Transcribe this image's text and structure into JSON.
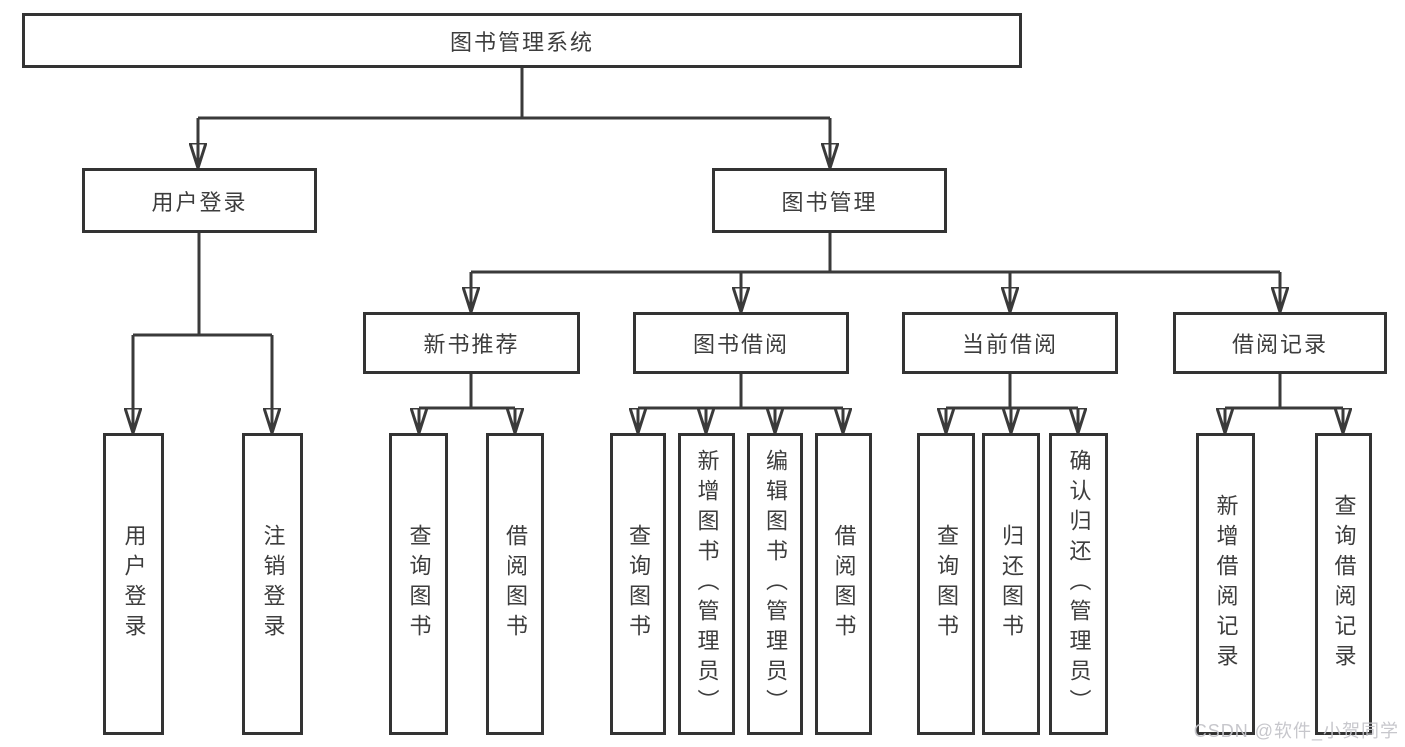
{
  "diagram_title": "图书管理系统",
  "nodes": {
    "root": {
      "label": "图书管理系统"
    },
    "user_login": {
      "label": "用户登录"
    },
    "book_mgmt": {
      "label": "图书管理"
    },
    "new_book": {
      "label": "新书推荐"
    },
    "book_borrow": {
      "label": "图书借阅"
    },
    "current_borrow": {
      "label": "当前借阅"
    },
    "borrow_record": {
      "label": "借阅记录"
    },
    "leaf_user_login": {
      "label": "用户登录"
    },
    "leaf_logout": {
      "label": "注销登录"
    },
    "leaf_nb_query": {
      "label": "查询图书"
    },
    "leaf_nb_borrow": {
      "label": "借阅图书"
    },
    "leaf_bb_query": {
      "label": "查询图书"
    },
    "leaf_bb_add": {
      "label": "新增图书（管理员）"
    },
    "leaf_bb_edit": {
      "label": "编辑图书（管理员）"
    },
    "leaf_bb_borrow": {
      "label": "借阅图书"
    },
    "leaf_cb_query": {
      "label": "查询图书"
    },
    "leaf_cb_return": {
      "label": "归还图书"
    },
    "leaf_cb_confirm": {
      "label": "确认归还（管理员）"
    },
    "leaf_br_add": {
      "label": "新增借阅记录"
    },
    "leaf_br_query": {
      "label": "查询借阅记录"
    }
  },
  "watermark": {
    "text": "CSDN @软件_小贺同学"
  },
  "colors": {
    "line": "#3a3a3a",
    "box_border": "#333333",
    "text": "#3d3d3d",
    "watermark": "#c4c4c9",
    "background": "#ffffff"
  }
}
